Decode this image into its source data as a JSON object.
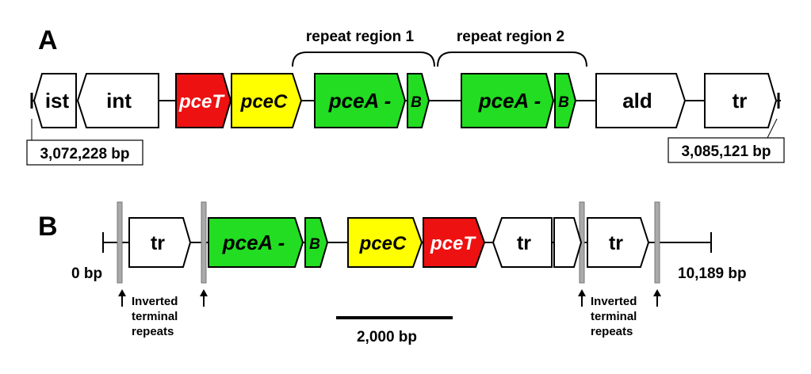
{
  "colors": {
    "red": "#ee1111",
    "yellow": "#ffff00",
    "green": "#22dd22",
    "white": "#ffffff",
    "grey_bar": "#aaaaaa",
    "stroke": "#000000"
  },
  "panel_a": {
    "label": "A",
    "left_coordinate": "3,072,228 bp",
    "right_coordinate": "3,085,121 bp",
    "repeat_region_1": "repeat region 1",
    "repeat_region_2": "repeat region 2",
    "genes": [
      {
        "name": "ist",
        "direction": "left",
        "color": "white"
      },
      {
        "name": "int",
        "direction": "left",
        "color": "white"
      },
      {
        "name": "pceT",
        "direction": "right",
        "color": "red"
      },
      {
        "name": "pceC",
        "direction": "right",
        "color": "yellow"
      },
      {
        "name": "pceA -",
        "direction": "right",
        "color": "green"
      },
      {
        "name": "B",
        "direction": "right",
        "color": "green"
      },
      {
        "name": "pceA -",
        "direction": "right",
        "color": "green"
      },
      {
        "name": "B",
        "direction": "right",
        "color": "green"
      },
      {
        "name": "ald",
        "direction": "right",
        "color": "white"
      },
      {
        "name": "tr",
        "direction": "right",
        "color": "white"
      }
    ]
  },
  "panel_b": {
    "label": "B",
    "start_label": "0 bp",
    "end_label": "10,189 bp",
    "scale_bar_label": "2,000 bp",
    "itr_label_left": [
      "Inverted",
      "terminal",
      "repeats"
    ],
    "itr_label_right": [
      "Inverted",
      "terminal",
      "repeats"
    ],
    "genes": [
      {
        "name": "tr",
        "direction": "right",
        "color": "white"
      },
      {
        "name": "pceA -",
        "direction": "right",
        "color": "green"
      },
      {
        "name": "B",
        "direction": "right",
        "color": "green"
      },
      {
        "name": "pceC",
        "direction": "right",
        "color": "yellow"
      },
      {
        "name": "pceT",
        "direction": "right",
        "color": "red"
      },
      {
        "name": "tr",
        "direction": "left",
        "color": "white"
      },
      {
        "name": "",
        "direction": "right",
        "color": "white"
      },
      {
        "name": "tr",
        "direction": "right",
        "color": "white"
      }
    ]
  }
}
